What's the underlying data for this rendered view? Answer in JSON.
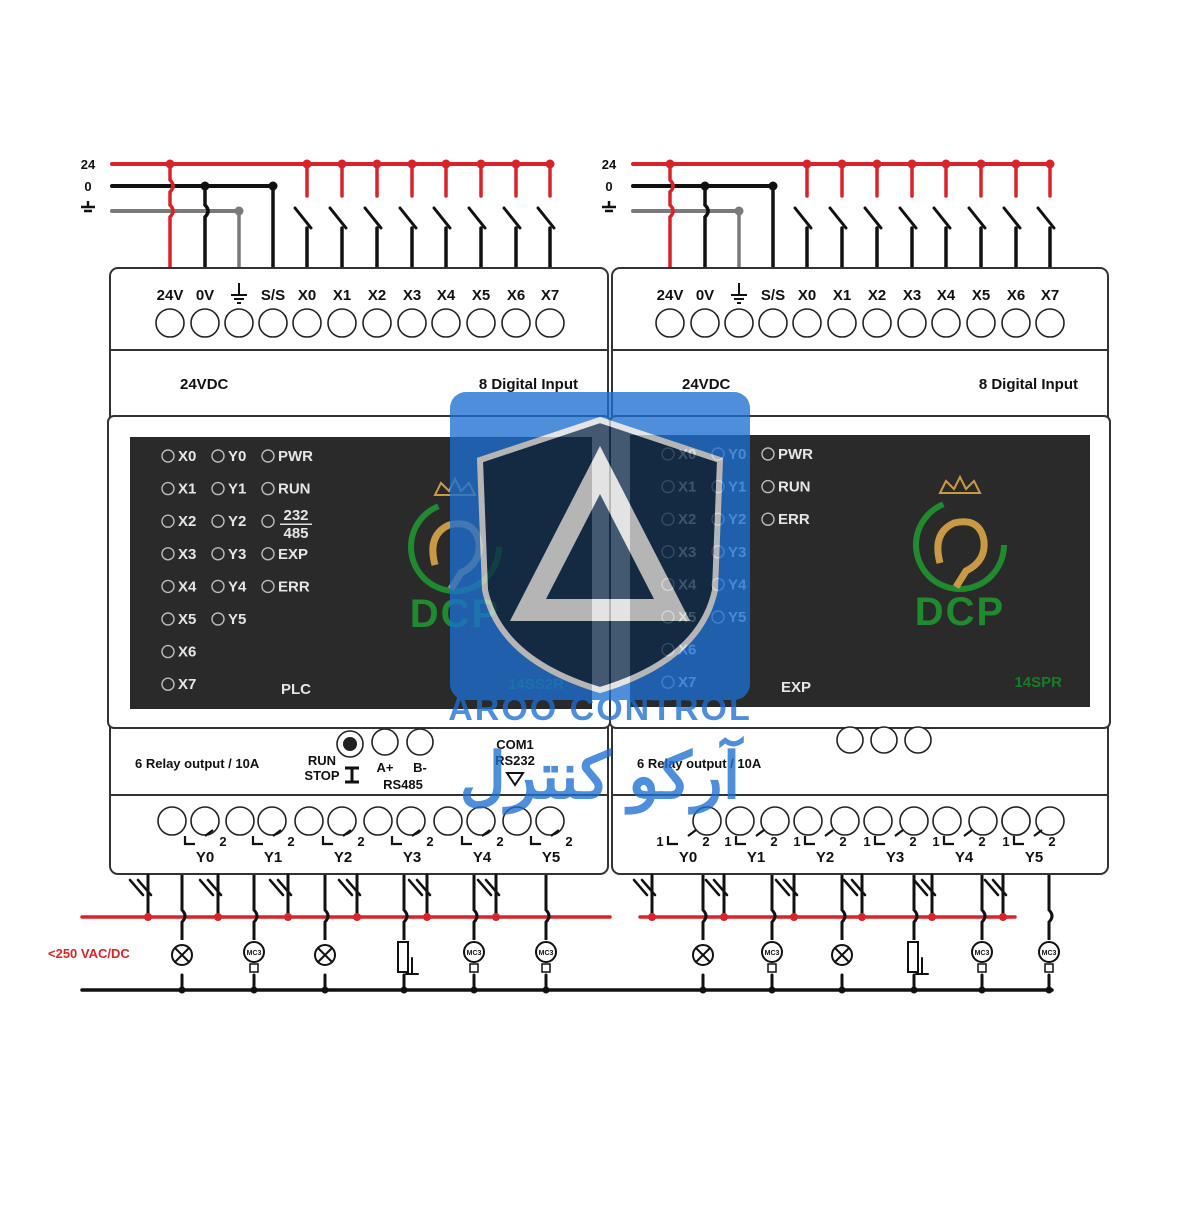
{
  "rail_labels": {
    "v24": "24",
    "v0": "0",
    "ground": "ground-icon"
  },
  "colors": {
    "rail24": "#d9232a",
    "rail0": "#111111",
    "ground": "#7a7a7a",
    "panel": "#2a2a2a",
    "led_text": "#e6e6e6",
    "brand_green": "#1f8a2e",
    "brand_gold": "#c99a45",
    "watermark": "#1d6fd1"
  },
  "modules": [
    {
      "input_terminals": [
        "24V",
        "0V",
        "⏚",
        "S/S",
        "X0",
        "X1",
        "X2",
        "X3",
        "X4",
        "X5",
        "X6",
        "X7"
      ],
      "supply_label": "24VDC",
      "input_label": "8 Digital Input",
      "led_col1": [
        "X0",
        "X1",
        "X2",
        "X3",
        "X4",
        "X5",
        "X6",
        "X7"
      ],
      "led_col2": [
        "Y0",
        "Y1",
        "Y2",
        "Y3",
        "Y4",
        "Y5"
      ],
      "led_col3": [
        "PWR",
        "RUN",
        "",
        "EXP",
        "ERR"
      ],
      "comm_top": "232",
      "comm_bottom": "485",
      "panel_tag": "PLC",
      "model": "14SS2R",
      "brand": "DCP",
      "output_label": "6 Relay output / 10A",
      "run_label": "RUN",
      "stop_label": "STOP",
      "a_label": "A+",
      "b_label": "B-",
      "rs485_label": "RS485",
      "com1_label": "COM1",
      "rs232_label": "RS232",
      "output_terminals": [
        "Y0",
        "Y1",
        "Y2",
        "Y3",
        "Y4",
        "Y5"
      ],
      "pin1": "",
      "pin2": "2"
    },
    {
      "input_terminals": [
        "24V",
        "0V",
        "⏚",
        "S/S",
        "X0",
        "X1",
        "X2",
        "X3",
        "X4",
        "X5",
        "X6",
        "X7"
      ],
      "supply_label": "24VDC",
      "input_label": "8 Digital Input",
      "led_col1": [
        "X0",
        "X1",
        "X2",
        "X3",
        "X4",
        "X5",
        "X6",
        "X7"
      ],
      "led_col2": [
        "Y0",
        "Y1",
        "Y2",
        "Y3",
        "Y4",
        "Y5"
      ],
      "led_col3": [
        "PWR",
        "RUN",
        "ERR"
      ],
      "panel_tag": "EXP",
      "model": "14SPR",
      "brand": "DCP",
      "output_label": "6 Relay output / 10A",
      "output_terminals": [
        "Y0",
        "Y1",
        "Y2",
        "Y3",
        "Y4",
        "Y5"
      ],
      "pin1": "1",
      "pin2": "2"
    }
  ],
  "supply_ac_label": "<250 VAC/DC",
  "loads": [
    "lamp",
    "motor",
    "lamp",
    "valve",
    "motor",
    "motor",
    "lamp",
    "motor",
    "lamp",
    "valve",
    "motor",
    "motor"
  ],
  "load_motor_text": "MC3",
  "watermark": {
    "latin": "AROO CONTROL",
    "persian": "آرکو کنترل"
  }
}
